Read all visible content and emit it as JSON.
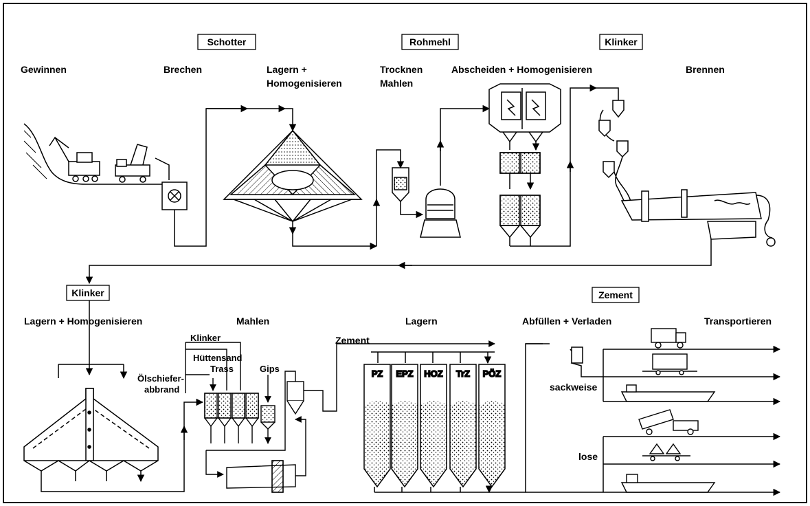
{
  "stages_top": {
    "gewinnen": "Gewinnen",
    "brechen": "Brechen",
    "lagern_l1": "Lagern +",
    "lagern_l2": "Homogenisieren",
    "trocknen_l1": "Trocknen",
    "trocknen_l2": "Mahlen",
    "abscheiden": "Abscheiden + Homogenisieren",
    "brennen": "Brennen"
  },
  "boxes_top": {
    "schotter": "Schotter",
    "rohmehl": "Rohmehl",
    "klinker": "Klinker"
  },
  "stages_bottom": {
    "lagern_homog": "Lagern + Homogenisieren",
    "mahlen": "Mahlen",
    "lagern": "Lagern",
    "abfuellen": "Abfüllen + Verladen",
    "transportieren": "Transportieren"
  },
  "boxes_bottom": {
    "klinker": "Klinker",
    "zement": "Zement"
  },
  "inputs": {
    "klinker": "Klinker",
    "huettensand": "Hüttensand",
    "trass": "Trass",
    "gips": "Gips",
    "oelschiefer_l1": "Ölschiefer-",
    "oelschiefer_l2": "abbrand"
  },
  "flow": {
    "zement": "Zement",
    "sackweise": "sackweise",
    "lose": "lose"
  },
  "silos": [
    "PZ",
    "EPZ",
    "HOZ",
    "TrZ",
    "PÖZ"
  ]
}
